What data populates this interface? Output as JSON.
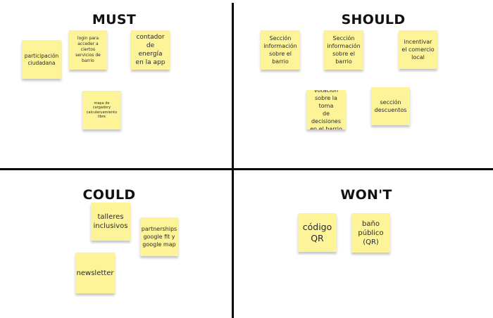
{
  "quadrants": {
    "must": {
      "title": "MUST",
      "notes": [
        "participación\nciudadana",
        "login para\nacceder a\nciertos\nservicios de\nbarrio",
        "contador\nde energía\nen la app",
        "mapa de\ncargadory\ncalcularuamiento\nlibre"
      ]
    },
    "should": {
      "title": "SHOULD",
      "notes": [
        "Sección\ninformación\nsobre el\nbarrio",
        "Sección\ninformación\nsobre el\nbarrio",
        "incentivar\nel comercio\nlocal",
        "votación\nsobre la toma\nde decisiones\nen el barrio",
        "sección\ndescuentos"
      ]
    },
    "could": {
      "title": "COULD",
      "notes": [
        "talleres\ninclusivos",
        "partnerships\ngoogle fit y\ngoogle map",
        "newsletter"
      ]
    },
    "wont": {
      "title": "WON'T",
      "notes": [
        "código\nQR",
        "baño\npúblico\n(QR)"
      ]
    }
  }
}
